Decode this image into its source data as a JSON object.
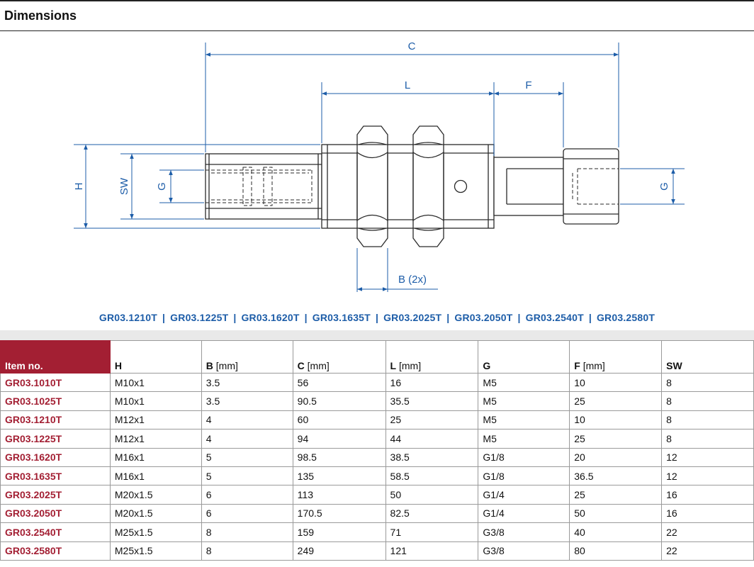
{
  "section": {
    "title": "Dimensions"
  },
  "drawing": {
    "labels": {
      "C": "C",
      "L": "L",
      "F": "F",
      "H": "H",
      "SW": "SW",
      "G_left": "G",
      "G_right": "G",
      "B": "B (2x)"
    },
    "colors": {
      "dimension": "#1d5da8",
      "outline": "#2a2a2a"
    }
  },
  "models": [
    "GR03.1210T",
    "GR03.1225T",
    "GR03.1620T",
    "GR03.1635T",
    "GR03.2025T",
    "GR03.2050T",
    "GR03.2540T",
    "GR03.2580T"
  ],
  "models_separator": "|",
  "table": {
    "headers": [
      {
        "label": "Item no.",
        "unit": ""
      },
      {
        "label": "H",
        "unit": ""
      },
      {
        "label": "B",
        "unit": "[mm]"
      },
      {
        "label": "C",
        "unit": "[mm]"
      },
      {
        "label": "L",
        "unit": "[mm]"
      },
      {
        "label": "G",
        "unit": ""
      },
      {
        "label": "F",
        "unit": "[mm]"
      },
      {
        "label": "SW",
        "unit": ""
      }
    ],
    "rows": [
      [
        "GR03.1010T",
        "M10x1",
        "3.5",
        "56",
        "16",
        "M5",
        "10",
        "8"
      ],
      [
        "GR03.1025T",
        "M10x1",
        "3.5",
        "90.5",
        "35.5",
        "M5",
        "25",
        "8"
      ],
      [
        "GR03.1210T",
        "M12x1",
        "4",
        "60",
        "25",
        "M5",
        "10",
        "8"
      ],
      [
        "GR03.1225T",
        "M12x1",
        "4",
        "94",
        "44",
        "M5",
        "25",
        "8"
      ],
      [
        "GR03.1620T",
        "M16x1",
        "5",
        "98.5",
        "38.5",
        "G1/8",
        "20",
        "12"
      ],
      [
        "GR03.1635T",
        "M16x1",
        "5",
        "135",
        "58.5",
        "G1/8",
        "36.5",
        "12"
      ],
      [
        "GR03.2025T",
        "M20x1.5",
        "6",
        "113",
        "50",
        "G1/4",
        "25",
        "16"
      ],
      [
        "GR03.2050T",
        "M20x1.5",
        "6",
        "170.5",
        "82.5",
        "G1/4",
        "50",
        "16"
      ],
      [
        "GR03.2540T",
        "M25x1.5",
        "8",
        "159",
        "71",
        "G3/8",
        "40",
        "22"
      ],
      [
        "GR03.2580T",
        "M25x1.5",
        "8",
        "249",
        "121",
        "G3/8",
        "80",
        "22"
      ]
    ],
    "colors": {
      "item_accent": "#a31f33",
      "header_band": "#e9e9e9"
    }
  }
}
